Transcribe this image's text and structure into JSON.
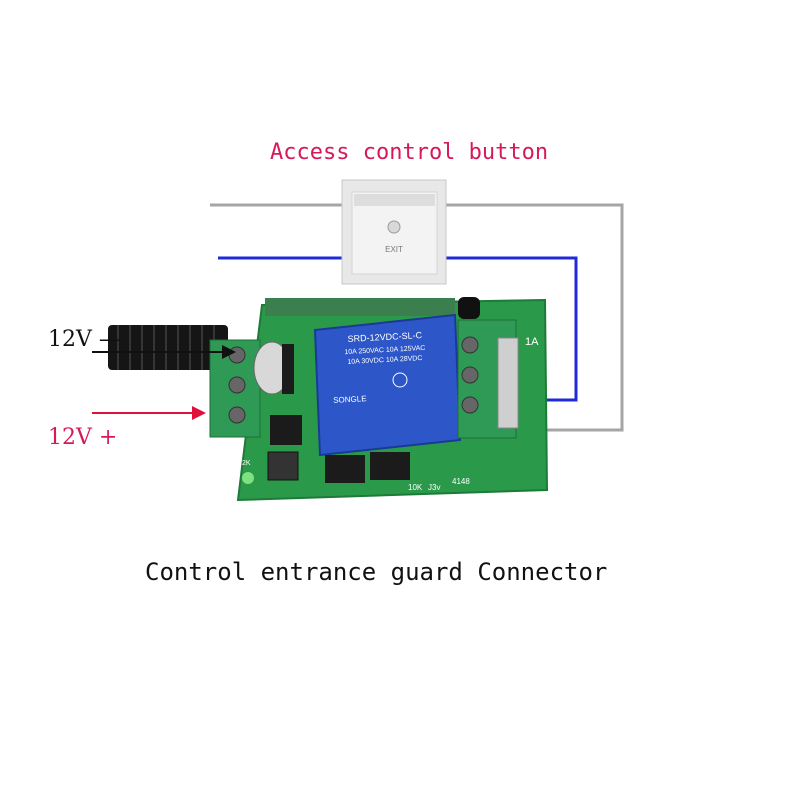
{
  "title": "Access control button",
  "exit_button": {
    "label": "EXIT"
  },
  "labels": {
    "negative": "12V —",
    "positive": "12V +"
  },
  "relay": {
    "line1": "SRD-12VDC-SL-C",
    "line2": "10A 250VAC  10A 125VAC",
    "line3": "10A 30VDC  10A 28VDC",
    "brand": "SONGLE"
  },
  "board": {
    "terminal_label": "1A",
    "silk_k": "2K",
    "silk_10k": "10K",
    "silk_j3v": "J3v",
    "silk_4148": "4148"
  },
  "caption": "Control entrance guard Connector",
  "colors": {
    "accent": "#d6195a",
    "wire_blue": "#1f2bd6",
    "wire_gray": "#9a9a9a",
    "pcb": "#2a9a4a",
    "terminal": "#2e9a55",
    "relay": "#2d56c8"
  }
}
